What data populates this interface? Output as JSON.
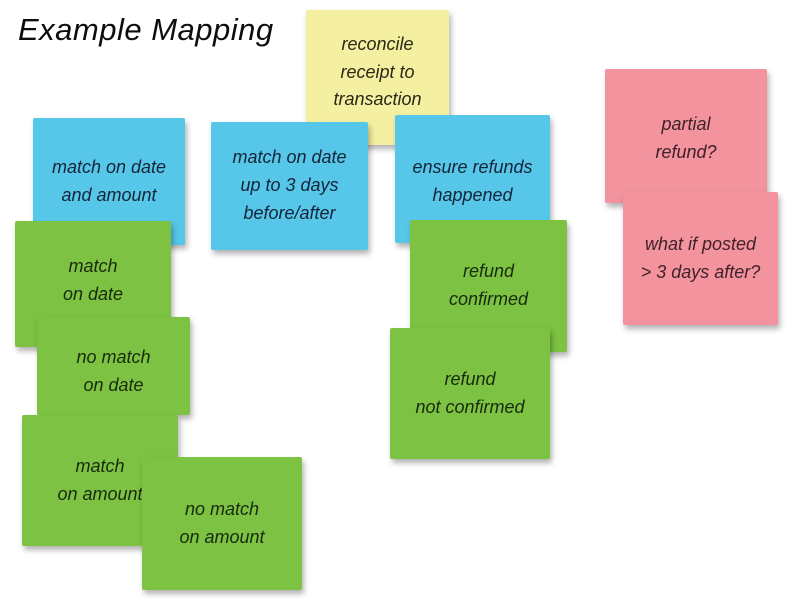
{
  "title": "Example Mapping",
  "palette": {
    "background": "#FFFFFF",
    "yellow_note": "#F5EFA1",
    "blue_note": "#56C7E9",
    "green_note": "#7DC242",
    "pink_note": "#F2939D",
    "title_text": "#0D0D0D"
  },
  "notes": [
    {
      "id": "reconcile-receipt",
      "color": "yellow",
      "text": "reconcile\nreceipt to\ntransaction"
    },
    {
      "id": "match-date-amount",
      "color": "blue",
      "text": "match on date\nand amount"
    },
    {
      "id": "match-date-3-days",
      "color": "blue",
      "text": "match on date\nup to 3 days\nbefore/after"
    },
    {
      "id": "ensure-refunds",
      "color": "blue",
      "text": "ensure refunds\nhappened"
    },
    {
      "id": "match-on-date",
      "color": "green",
      "text": "match\non date"
    },
    {
      "id": "no-match-on-date",
      "color": "green",
      "text": "no match\non date"
    },
    {
      "id": "match-on-amount",
      "color": "green",
      "text": "match\non amount"
    },
    {
      "id": "no-match-on-amount",
      "color": "green",
      "text": "no match\non amount"
    },
    {
      "id": "refund-confirmed",
      "color": "green",
      "text": "refund\nconfirmed"
    },
    {
      "id": "refund-not-confirmed",
      "color": "green",
      "text": "refund\nnot confirmed"
    },
    {
      "id": "partial-refund",
      "color": "pink",
      "text": "partial\nrefund?"
    },
    {
      "id": "posted-3-days-after",
      "color": "pink",
      "text": "what if posted\n> 3 days after?"
    }
  ]
}
